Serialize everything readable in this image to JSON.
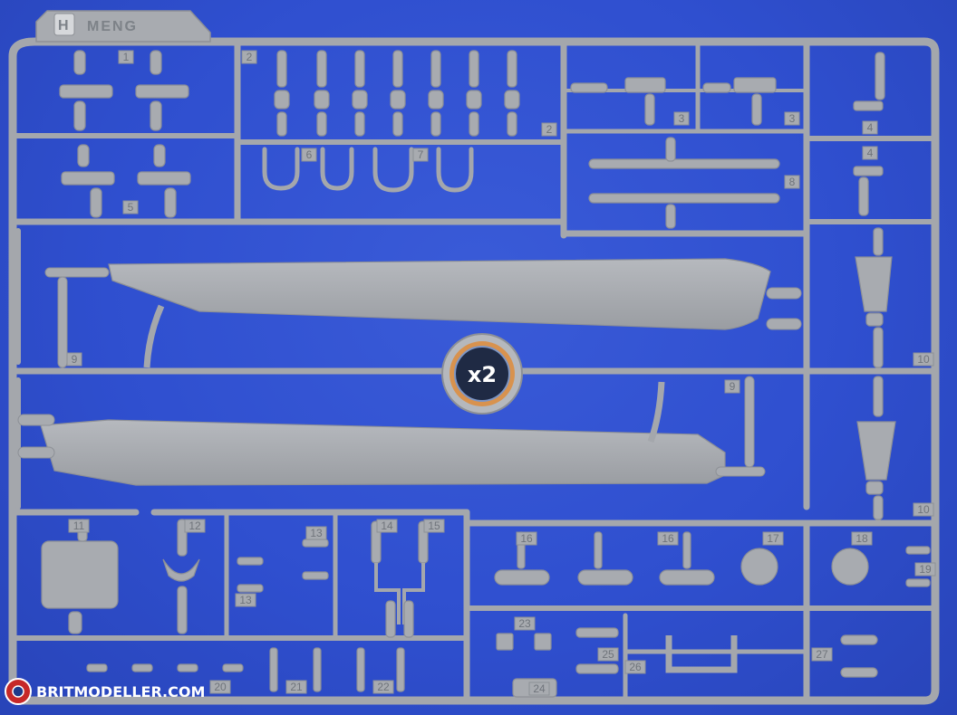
{
  "brand": {
    "letter": "H",
    "name": "MENG"
  },
  "badge": {
    "text": "x2"
  },
  "watermark": {
    "text": "BRITMODELLER.COM"
  },
  "colors": {
    "background": "#2f4fcf",
    "plastic": "#a8abb0",
    "plastic_shadow": "#8d9096",
    "badge_ring": "#c98a4a",
    "badge_inner": "#1f2a44"
  },
  "part_numbers": [
    "1",
    "2",
    "2",
    "3",
    "3",
    "4",
    "4",
    "5",
    "6",
    "7",
    "8",
    "9",
    "9",
    "10",
    "10",
    "11",
    "12",
    "13",
    "13",
    "14",
    "15",
    "16",
    "16",
    "17",
    "18",
    "19",
    "20",
    "21",
    "22",
    "23",
    "24",
    "25",
    "26",
    "27"
  ]
}
